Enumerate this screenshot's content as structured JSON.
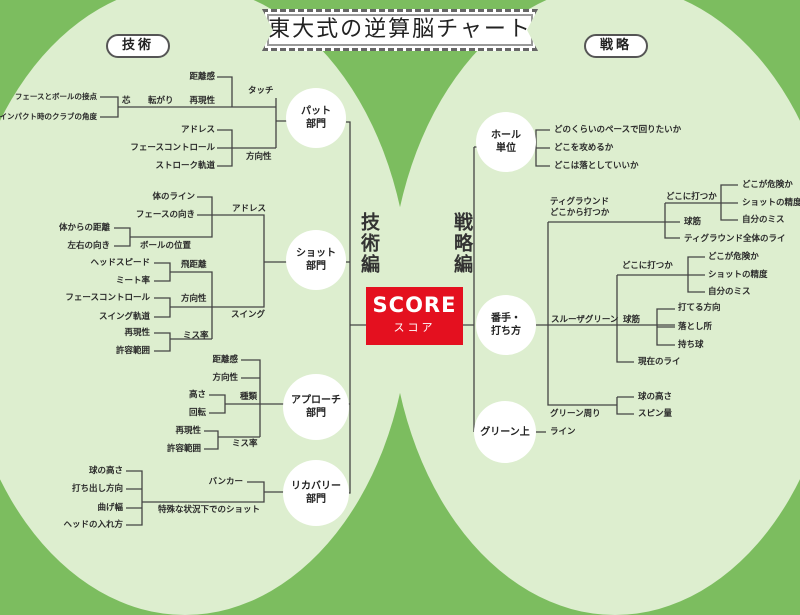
{
  "title": "東大式の逆算脳チャート",
  "left_header": "技術",
  "right_header": "戦略",
  "left_vertical": "技術編",
  "right_vertical": "戦略編",
  "score": {
    "main": "SCORE",
    "sub": "スコア"
  },
  "technique": {
    "putt": {
      "hub": [
        "パット",
        "部門"
      ],
      "touch": "タッチ",
      "distance_feel": "距離感",
      "repeatability": "再現性",
      "roll": "転がり",
      "core": "芯",
      "contact_point": "フェースとボールの接点",
      "impact_angle": "インパクト時のクラブの角度",
      "direction": "方向性",
      "address": "アドレス",
      "face_control": "フェースコントロール",
      "stroke_path": "ストローク軌道"
    },
    "shot": {
      "hub": [
        "ショット",
        "部門"
      ],
      "address": "アドレス",
      "body_line": "体のライン",
      "face_direction": "フェースの向き",
      "body_distance": "体からの距離",
      "lr_direction": "左右の向き",
      "ball_position": "ボールの位置",
      "swing": "スイング",
      "carry": "飛距離",
      "head_speed": "ヘッドスピード",
      "meet_rate": "ミート率",
      "direction": "方向性",
      "face_control": "フェースコントロール",
      "swing_path": "スイング軌道",
      "miss_rate": "ミス率",
      "repeatability": "再現性",
      "tolerance": "許容範囲"
    },
    "approach": {
      "hub": [
        "アプローチ",
        "部門"
      ],
      "distance_feel": "距離感",
      "direction": "方向性",
      "type": "種類",
      "height": "高さ",
      "spin": "回転",
      "miss_rate": "ミス率",
      "repeatability": "再現性",
      "tolerance": "許容範囲"
    },
    "recovery": {
      "hub": [
        "リカバリー",
        "部門"
      ],
      "bunker": "バンカー",
      "special": "特殊な状況下でのショット",
      "ball_height": "球の高さ",
      "launch_direction": "打ち出し方向",
      "curve_width": "曲げ幅",
      "head_entry": "ヘッドの入れ方"
    }
  },
  "strategy": {
    "hole": {
      "hub": [
        "ホール",
        "単位"
      ],
      "items": [
        "どのくらいのペースで回りたいか",
        "どこを攻めるか",
        "どこは落としていいか"
      ]
    },
    "club": {
      "hub": [
        "番手・",
        "打ち方"
      ],
      "tee": {
        "label": [
          "ティグラウンド",
          "どこから打つか"
        ],
        "where": "どこに打つか",
        "where_items": [
          "どこが危険か",
          "ショットの精度",
          "自分のミス"
        ],
        "ball_flight": "球筋",
        "tee_lie": "ティグラウンド全体のライ"
      },
      "through": {
        "label": "スルーザグリーン",
        "where": "どこに打つか",
        "where_items": [
          "どこが危険か",
          "ショットの精度",
          "自分のミス"
        ],
        "ball_flight": "球筋",
        "flight_items": [
          "打てる方向",
          "落とし所",
          "持ち球"
        ],
        "lie": "現在のライ"
      },
      "around": {
        "label": "グリーン周り",
        "items": [
          "球の高さ",
          "スピン量"
        ]
      }
    },
    "green": {
      "hub": "グリーン上",
      "line": "ライン"
    }
  }
}
